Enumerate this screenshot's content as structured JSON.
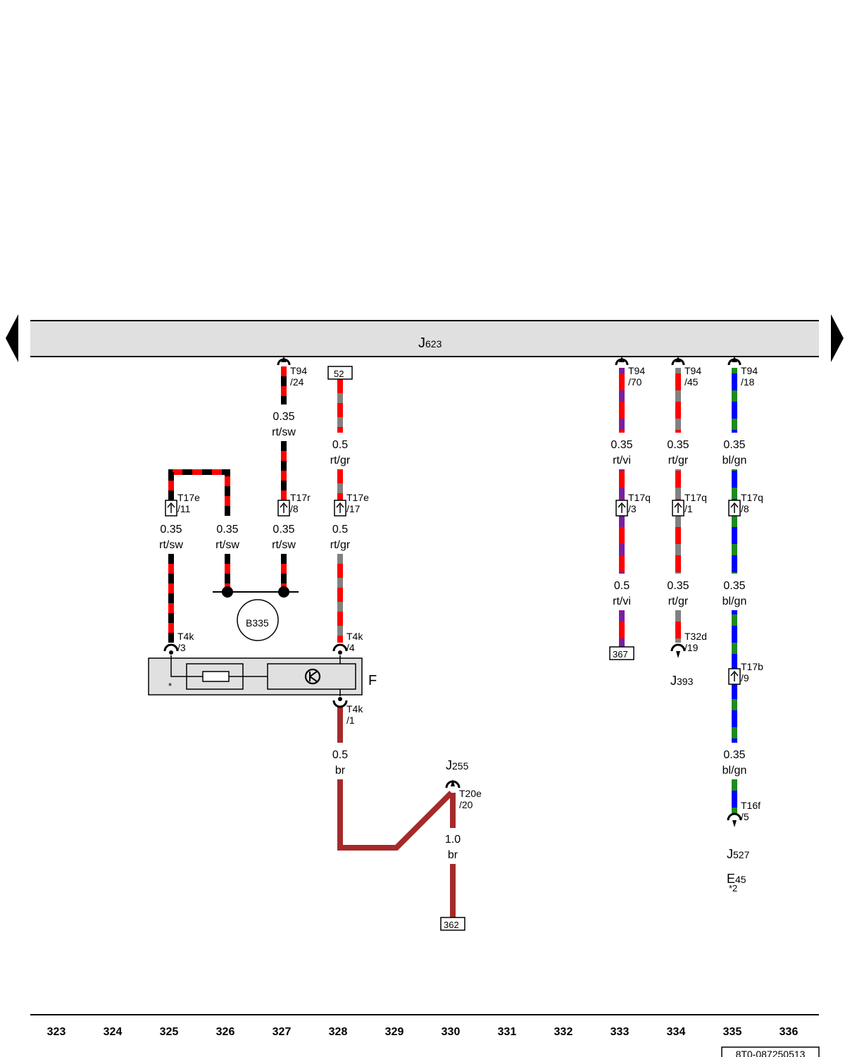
{
  "module": {
    "name": "J",
    "sub": "623"
  },
  "components": {
    "b335": "B335",
    "f": "F",
    "f_star": "*",
    "j393": {
      "name": "J",
      "sub": "393"
    },
    "j255": {
      "name": "J",
      "sub": "255"
    },
    "j527": {
      "name": "J",
      "sub": "527"
    },
    "e45": {
      "name": "E",
      "sub": "45",
      "note": "*2"
    }
  },
  "connectors": {
    "t94_24": [
      "T94",
      "/24"
    ],
    "t94_70": [
      "T94",
      "/70"
    ],
    "t94_45": [
      "T94",
      "/45"
    ],
    "t94_18": [
      "T94",
      "/18"
    ],
    "t17e_11": [
      "T17e",
      "/11"
    ],
    "t17r_8": [
      "T17r",
      "/8"
    ],
    "t17e_17": [
      "T17e",
      "/17"
    ],
    "t17q_3": [
      "T17q",
      "/3"
    ],
    "t17q_1": [
      "T17q",
      "/1"
    ],
    "t17q_8": [
      "T17q",
      "/8"
    ],
    "t17b_9": [
      "T17b",
      "/9"
    ],
    "t4k_3": [
      "T4k",
      "/3"
    ],
    "t4k_4": [
      "T4k",
      "/4"
    ],
    "t4k_1": [
      "T4k",
      "/1"
    ],
    "t32d_19": [
      "T32d",
      "/19"
    ],
    "t20e_20": [
      "T20e",
      "/20"
    ],
    "t16f_5": [
      "T16f",
      "/5"
    ]
  },
  "wires": {
    "w327_top": [
      "0.35",
      "rt/sw"
    ],
    "w325": [
      "0.35",
      "rt/sw"
    ],
    "w326": [
      "0.35",
      "rt/sw"
    ],
    "w327_bot": [
      "0.35",
      "rt/sw"
    ],
    "w328_top": [
      "0.5",
      "rt/gr"
    ],
    "w328_bot": [
      "0.5",
      "rt/gr"
    ],
    "w328_br": [
      "0.5",
      "br"
    ],
    "w330": [
      "1.0",
      "br"
    ],
    "w333_top": [
      "0.35",
      "rt/vi"
    ],
    "w333_bot": [
      "0.5",
      "rt/vi"
    ],
    "w334_top": [
      "0.35",
      "rt/gr"
    ],
    "w334_bot": [
      "0.35",
      "rt/gr"
    ],
    "w335_a": [
      "0.35",
      "bl/gn"
    ],
    "w335_b": [
      "0.35",
      "bl/gn"
    ],
    "w335_c": [
      "0.35",
      "bl/gn"
    ]
  },
  "refs": {
    "r52": "52",
    "r367": "367",
    "r362": "362"
  },
  "columns": [
    "323",
    "324",
    "325",
    "326",
    "327",
    "328",
    "329",
    "330",
    "331",
    "332",
    "333",
    "334",
    "335",
    "336"
  ],
  "doc_number": "8T0-087250513",
  "colors": {
    "rt": "#ff0000",
    "sw": "#000000",
    "gr": "#808080",
    "vi": "#7a1fa0",
    "bl": "#0000ff",
    "gn": "#1e8a1e",
    "br": "#a52a2a",
    "module_fill": "#e0e0e0",
    "fuse_fill": "#e0e0e0"
  }
}
